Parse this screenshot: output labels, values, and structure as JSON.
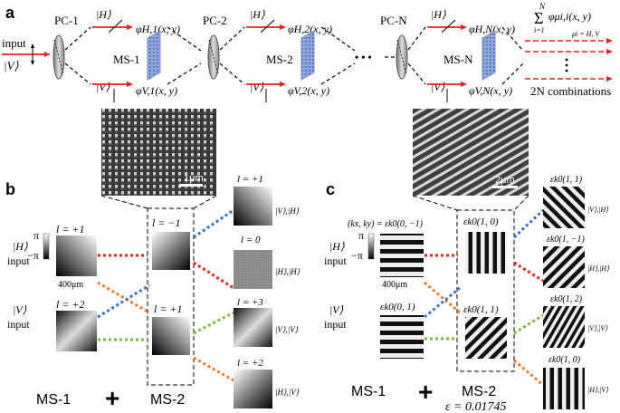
{
  "panel_a": {
    "label": "a",
    "input_label": "input",
    "input_state": "|V⟩",
    "stages": [
      {
        "pc": "PC-1",
        "h_state": "|H⟩",
        "v_state": "|V⟩",
        "h_phase": "φH,1(x, y)",
        "v_phase": "φV,1(x, y)",
        "ms": "MS-1"
      },
      {
        "pc": "PC-2",
        "h_state": "|H⟩",
        "v_state": "|V⟩",
        "h_phase": "φH,2(x, y)",
        "v_phase": "φV,2(x, y)",
        "ms": "MS-2"
      },
      {
        "pc": "PC-N",
        "h_state": "|H⟩",
        "v_state": "|V⟩",
        "h_phase": "φH,N(x, y)",
        "v_phase": "φV,N(x, y)",
        "ms": "MS-N"
      }
    ],
    "ellipsis": "• • •",
    "sum_top": "N",
    "sum_symbol": "Σ",
    "sum_bottom": "i=1",
    "sum_term": "φμi,i(x, y)",
    "mu_label": "μi = H, V",
    "combinations": "2N combinations"
  },
  "panel_b": {
    "label": "b",
    "scale_bar": "1μm",
    "pi_top": "π",
    "pi_bottom": "−π",
    "h_input": "|H⟩",
    "v_input": "|V⟩",
    "input_word": "input",
    "size_label": "400μm",
    "ms1_top_l": "l = +1",
    "ms1_bottom_l": "l = +2",
    "ms2_top_l": "l = −1",
    "ms2_bottom_l": "l = +1",
    "outputs": [
      {
        "l": "l = +1",
        "state": "|V⟩,|H⟩"
      },
      {
        "l": "l = 0",
        "state": "|H⟩,|H⟩"
      },
      {
        "l": "l = +3",
        "state": "|V⟩,|V⟩"
      },
      {
        "l": "l = +2",
        "state": "|H⟩,|V⟩"
      }
    ],
    "ms1": "MS-1",
    "plus": "+",
    "ms2": "MS-2"
  },
  "panel_c": {
    "label": "c",
    "scale_bar": "2μm",
    "pi_top": "π",
    "pi_bottom": "−π",
    "h_input": "|H⟩",
    "v_input": "|V⟩",
    "input_word": "input",
    "size_label": "400μm",
    "ms1_top_k": "(kx, ky) = εk0(0, −1)",
    "ms1_bottom_k": "εk0(0, 1)",
    "ms2_top_k": "εk0(1, 0)",
    "ms2_bottom_k": "εk0(1, 1)",
    "outputs": [
      {
        "k": "εk0(1, 1)",
        "state": "|V⟩,|H⟩"
      },
      {
        "k": "εk0(1, −1)",
        "state": "|H⟩,|H⟩"
      },
      {
        "k": "εk0(1, 2)",
        "state": "|V⟩,|V⟩"
      },
      {
        "k": "εk0(1, 0)",
        "state": "|H⟩,|V⟩"
      }
    ],
    "ms1": "MS-1",
    "plus": "+",
    "ms2": "MS-2",
    "epsilon": "ε = 0.01745"
  },
  "colors": {
    "red": "#e8211f",
    "blue": "#3a6fc4",
    "orange": "#ec7a2e",
    "green": "#7ab83a",
    "meta": "#8fa6dc"
  }
}
